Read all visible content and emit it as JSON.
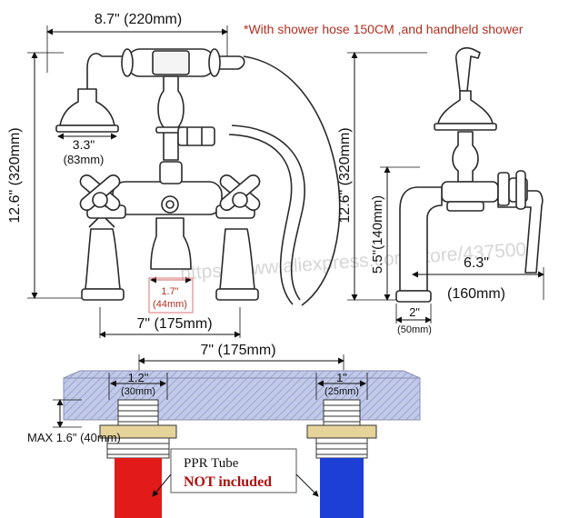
{
  "notes": {
    "shower_hose": "*With shower hose 150CM ,and handheld shower",
    "watermark": "https://www.aliexpress.com/store/4375004"
  },
  "dimensions": {
    "width_total": "8.7\" (220mm)",
    "shower_head_diameter_in": "3.3\"",
    "shower_head_diameter_mm": "(83mm)",
    "height_left": "12.6\" (320mm)",
    "height_right": "12.6\" (320mm)",
    "spout_height": "5.5\"(140mm)",
    "spout_gap_in": "1.7\"",
    "spout_gap_mm": "(44mm)",
    "center_spacing": "7\" (175mm)",
    "spout_reach_in": "6.3\"",
    "spout_reach_mm": "(160mm)",
    "base_width_in": "2\"",
    "base_width_mm": "(50mm)"
  },
  "install": {
    "center_spacing": "7\" (175mm)",
    "left_hole_in": "1.2\"",
    "left_hole_mm": "(30mm)",
    "right_hole_in": "1\"",
    "right_hole_mm": "(25mm)",
    "max_thickness": "MAX 1.6\" (40mm)",
    "ppr_tube": "PPR Tube",
    "not_included": "NOT included"
  },
  "colors": {
    "metal": "#ffffff",
    "outline": "#2a2a2a",
    "hot_pipe": "#e31a1a",
    "cold_pipe": "#1e3fd6",
    "deck_fill": "#b9c2e4",
    "fitting_brass": "#e6d39a",
    "note_red": "#b03020"
  }
}
